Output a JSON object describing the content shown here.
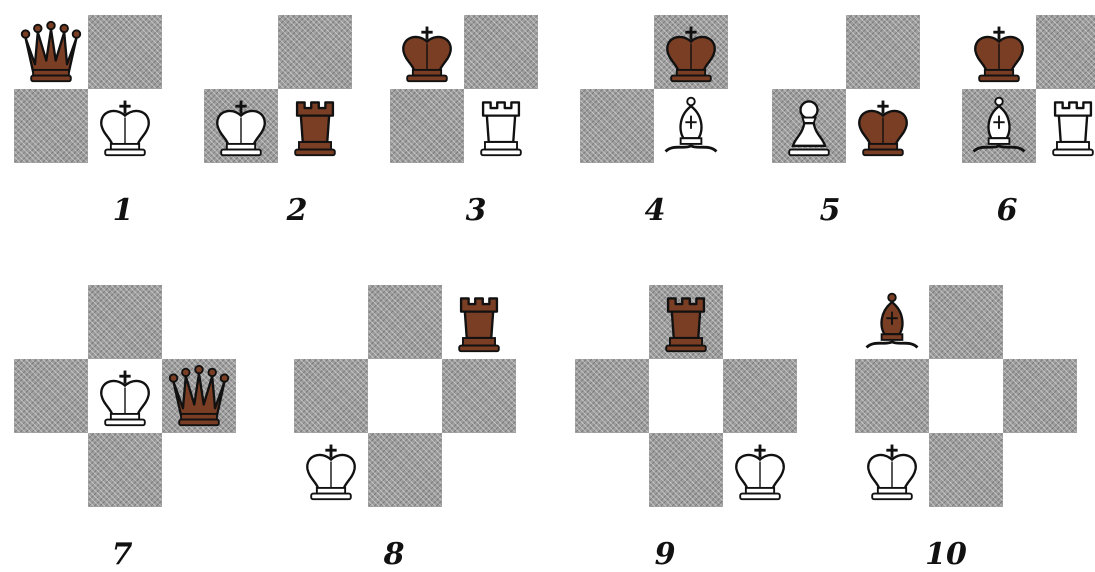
{
  "colors": {
    "dark_square": "#9e9e9e",
    "black_piece": "#7a3e24",
    "white_piece": "#ffffff",
    "outline": "#111111"
  },
  "diagrams": [
    {
      "label": "1",
      "squares": [
        {
          "c": 0,
          "r": 0,
          "shade": "light"
        },
        {
          "c": 1,
          "r": 0,
          "shade": "dark"
        },
        {
          "c": 0,
          "r": 1,
          "shade": "dark"
        },
        {
          "c": 1,
          "r": 1,
          "shade": "light"
        }
      ],
      "pieces": [
        {
          "c": 0,
          "r": 0,
          "type": "queen",
          "color": "black"
        },
        {
          "c": 1,
          "r": 1,
          "type": "king",
          "color": "white"
        }
      ]
    },
    {
      "label": "2",
      "squares": [
        {
          "c": 1,
          "r": 0,
          "shade": "dark"
        },
        {
          "c": 0,
          "r": 1,
          "shade": "dark"
        },
        {
          "c": 1,
          "r": 1,
          "shade": "light"
        }
      ],
      "pieces": [
        {
          "c": 0,
          "r": 1,
          "type": "king",
          "color": "white"
        },
        {
          "c": 1,
          "r": 1,
          "type": "rook",
          "color": "black"
        }
      ]
    },
    {
      "label": "3",
      "squares": [
        {
          "c": 0,
          "r": 0,
          "shade": "light"
        },
        {
          "c": 1,
          "r": 0,
          "shade": "dark"
        },
        {
          "c": 0,
          "r": 1,
          "shade": "dark"
        },
        {
          "c": 1,
          "r": 1,
          "shade": "light"
        }
      ],
      "pieces": [
        {
          "c": 0,
          "r": 0,
          "type": "king",
          "color": "black"
        },
        {
          "c": 1,
          "r": 1,
          "type": "rook",
          "color": "white"
        }
      ]
    },
    {
      "label": "4",
      "squares": [
        {
          "c": 1,
          "r": 0,
          "shade": "dark"
        },
        {
          "c": 0,
          "r": 1,
          "shade": "dark"
        },
        {
          "c": 1,
          "r": 1,
          "shade": "light"
        }
      ],
      "pieces": [
        {
          "c": 1,
          "r": 0,
          "type": "king",
          "color": "black"
        },
        {
          "c": 1,
          "r": 1,
          "type": "bishop",
          "color": "white"
        }
      ]
    },
    {
      "label": "5",
      "squares": [
        {
          "c": 1,
          "r": 0,
          "shade": "dark"
        },
        {
          "c": 0,
          "r": 1,
          "shade": "dark"
        },
        {
          "c": 1,
          "r": 1,
          "shade": "light"
        }
      ],
      "pieces": [
        {
          "c": 0,
          "r": 1,
          "type": "pawn",
          "color": "white"
        },
        {
          "c": 1,
          "r": 1,
          "type": "king",
          "color": "black"
        }
      ]
    },
    {
      "label": "6",
      "squares": [
        {
          "c": 0,
          "r": 0,
          "shade": "light"
        },
        {
          "c": 1,
          "r": 0,
          "shade": "dark"
        },
        {
          "c": 0,
          "r": 1,
          "shade": "dark"
        },
        {
          "c": 1,
          "r": 1,
          "shade": "light"
        }
      ],
      "pieces": [
        {
          "c": 0,
          "r": 0,
          "type": "king",
          "color": "black"
        },
        {
          "c": 0,
          "r": 1,
          "type": "bishop",
          "color": "white"
        },
        {
          "c": 1,
          "r": 1,
          "type": "rook",
          "color": "white"
        }
      ]
    },
    {
      "label": "7",
      "squares": [
        {
          "c": 1,
          "r": 0,
          "shade": "dark"
        },
        {
          "c": 0,
          "r": 1,
          "shade": "dark"
        },
        {
          "c": 1,
          "r": 1,
          "shade": "light"
        },
        {
          "c": 2,
          "r": 1,
          "shade": "dark"
        },
        {
          "c": 1,
          "r": 2,
          "shade": "dark"
        }
      ],
      "pieces": [
        {
          "c": 1,
          "r": 1,
          "type": "king",
          "color": "white"
        },
        {
          "c": 2,
          "r": 1,
          "type": "queen",
          "color": "black"
        }
      ]
    },
    {
      "label": "8",
      "squares": [
        {
          "c": 1,
          "r": 0,
          "shade": "dark"
        },
        {
          "c": 2,
          "r": 0,
          "shade": "light"
        },
        {
          "c": 0,
          "r": 1,
          "shade": "dark"
        },
        {
          "c": 1,
          "r": 1,
          "shade": "light"
        },
        {
          "c": 2,
          "r": 1,
          "shade": "dark"
        },
        {
          "c": 0,
          "r": 2,
          "shade": "light"
        },
        {
          "c": 1,
          "r": 2,
          "shade": "dark"
        }
      ],
      "pieces": [
        {
          "c": 2,
          "r": 0,
          "type": "rook",
          "color": "black"
        },
        {
          "c": 0,
          "r": 2,
          "type": "king",
          "color": "white"
        }
      ]
    },
    {
      "label": "9",
      "squares": [
        {
          "c": 1,
          "r": 0,
          "shade": "dark"
        },
        {
          "c": 0,
          "r": 1,
          "shade": "dark"
        },
        {
          "c": 1,
          "r": 1,
          "shade": "light"
        },
        {
          "c": 2,
          "r": 1,
          "shade": "dark"
        },
        {
          "c": 1,
          "r": 2,
          "shade": "dark"
        },
        {
          "c": 2,
          "r": 2,
          "shade": "light"
        }
      ],
      "pieces": [
        {
          "c": 1,
          "r": 0,
          "type": "rook",
          "color": "black"
        },
        {
          "c": 2,
          "r": 2,
          "type": "king",
          "color": "white"
        }
      ]
    },
    {
      "label": "10",
      "squares": [
        {
          "c": 0,
          "r": 0,
          "shade": "light"
        },
        {
          "c": 1,
          "r": 0,
          "shade": "dark"
        },
        {
          "c": 0,
          "r": 1,
          "shade": "dark"
        },
        {
          "c": 1,
          "r": 1,
          "shade": "light"
        },
        {
          "c": 2,
          "r": 1,
          "shade": "dark"
        },
        {
          "c": 0,
          "r": 2,
          "shade": "light"
        },
        {
          "c": 1,
          "r": 2,
          "shade": "dark"
        }
      ],
      "pieces": [
        {
          "c": 0,
          "r": 0,
          "type": "bishop",
          "color": "black"
        },
        {
          "c": 0,
          "r": 2,
          "type": "king",
          "color": "white"
        }
      ]
    }
  ]
}
